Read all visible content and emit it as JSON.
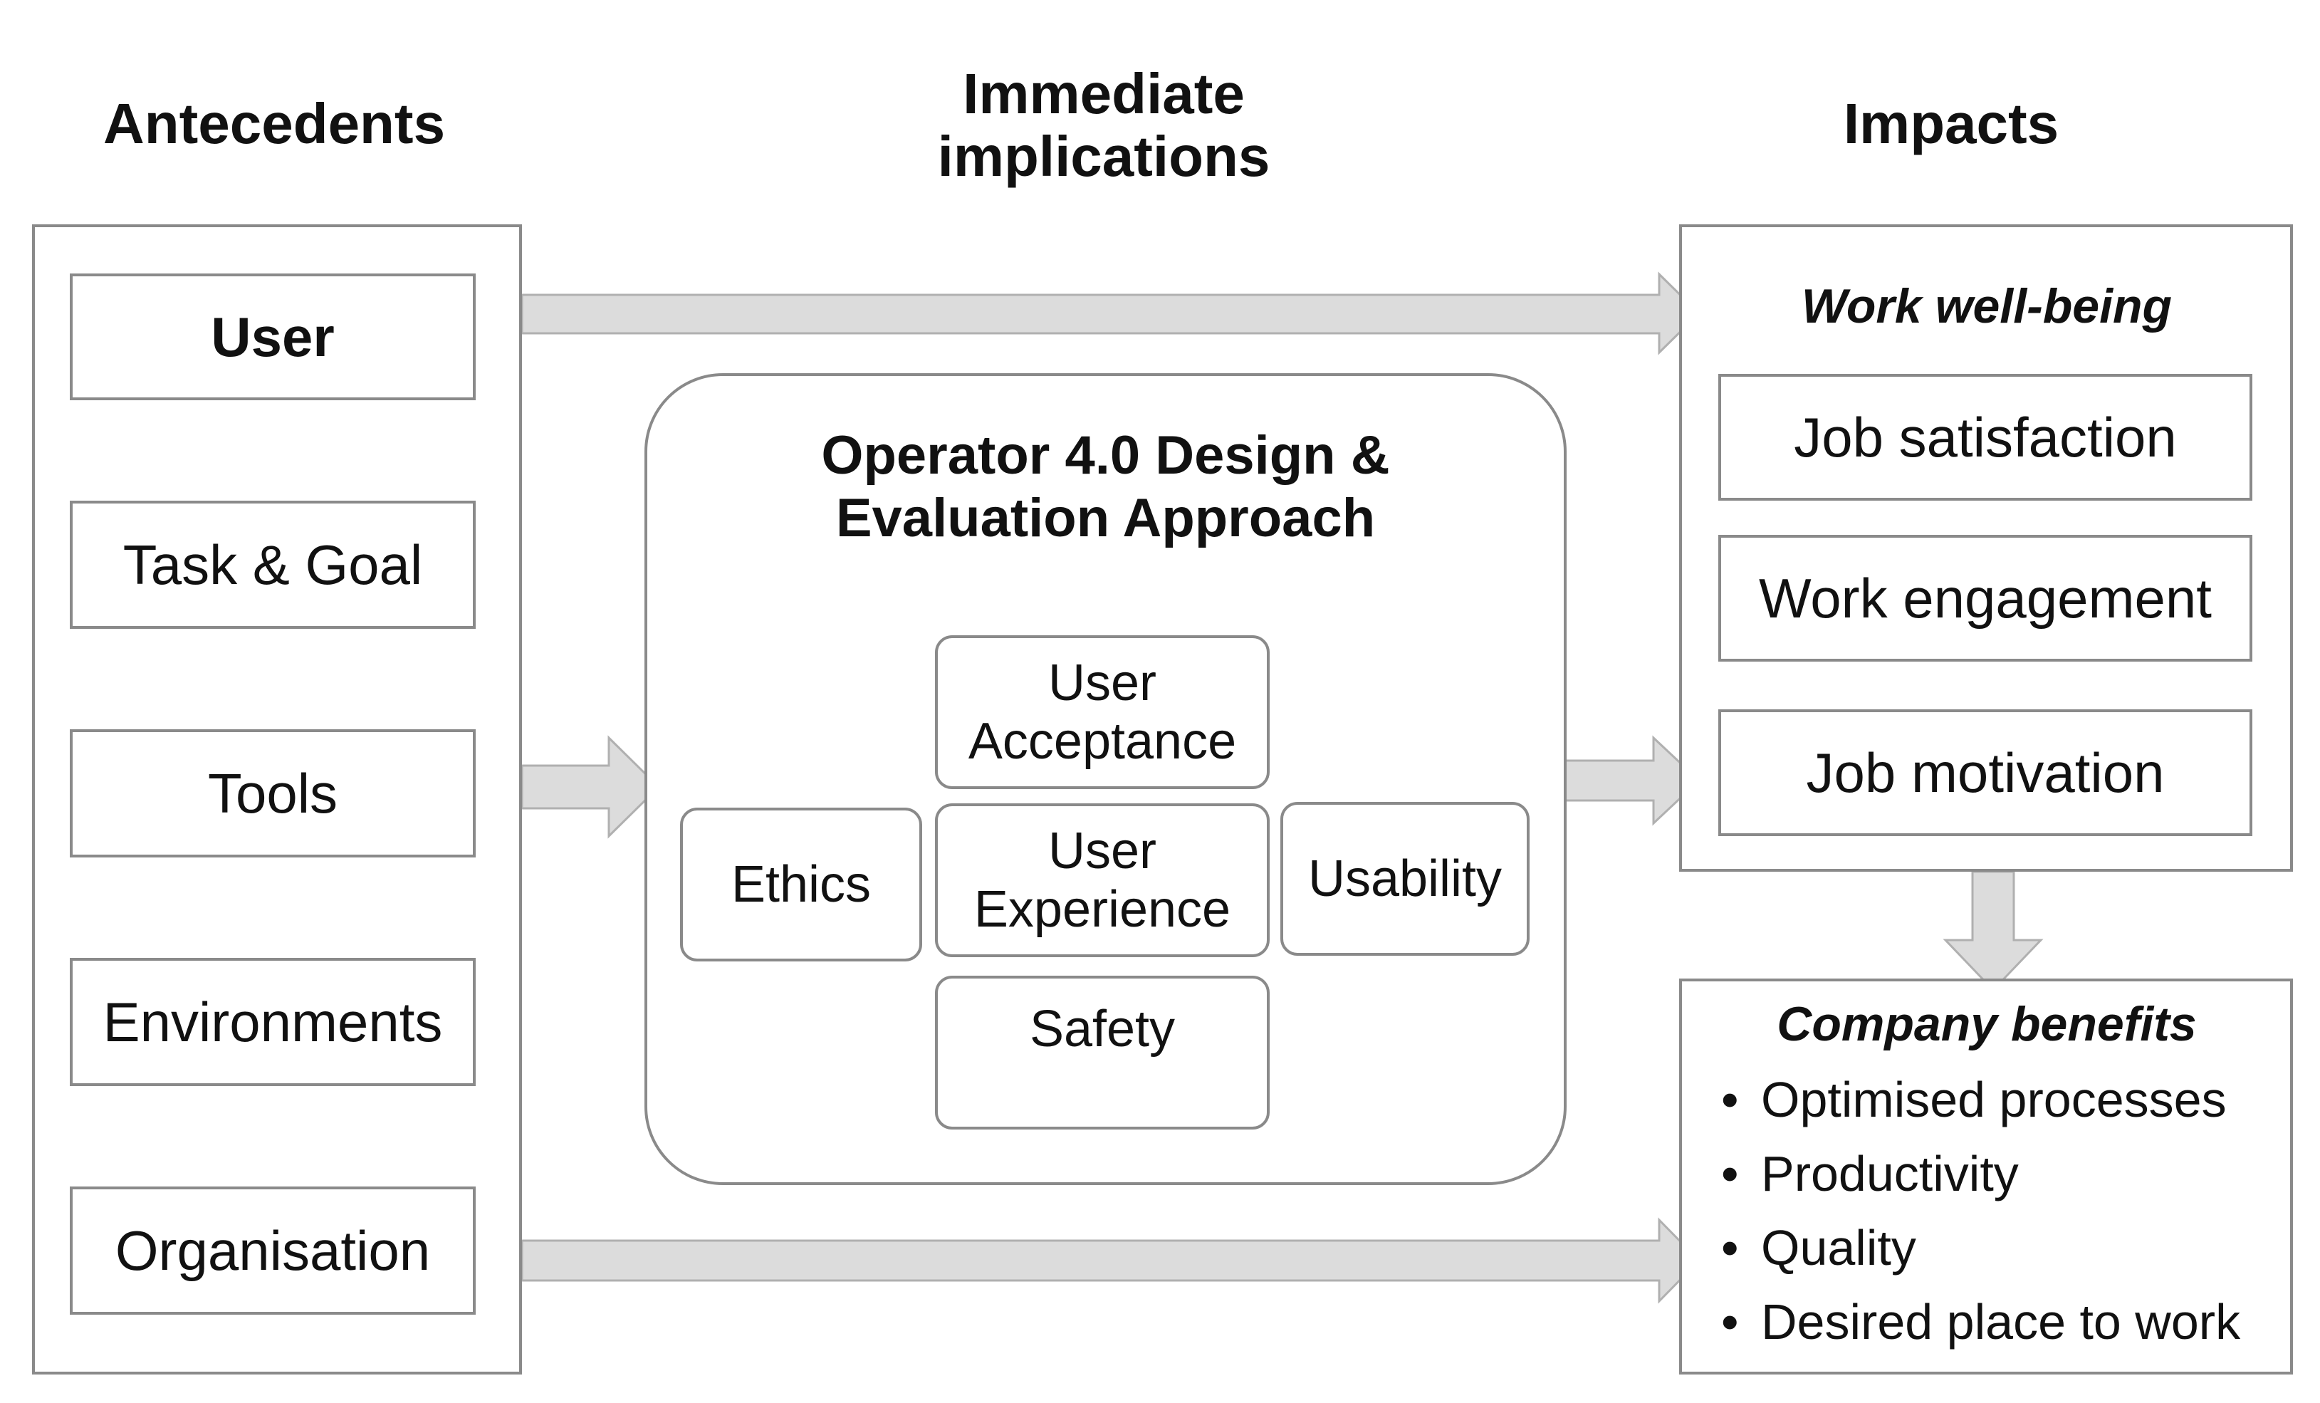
{
  "columns": {
    "antecedents": "Antecedents",
    "implications_line1": "Immediate",
    "implications_line2": "implications",
    "impacts": "Impacts"
  },
  "antecedents": {
    "user": "User",
    "task_goal": "Task & Goal",
    "tools": "Tools",
    "environments": "Environments",
    "organisation": "Organisation"
  },
  "approach": {
    "title_line1": "Operator 4.0 Design &",
    "title_line2": "Evaluation Approach",
    "user_acceptance_line1": "User",
    "user_acceptance_line2": "Acceptance",
    "ethics": "Ethics",
    "user_experience_line1": "User",
    "user_experience_line2": "Experience",
    "usability": "Usability",
    "safety": "Safety"
  },
  "work_wellbeing": {
    "title": "Work well-being",
    "items": [
      "Job satisfaction",
      "Work engagement",
      "Job motivation"
    ]
  },
  "company_benefits": {
    "title": "Company benefits",
    "bullet": "•",
    "items": [
      "Optimised processes",
      "Productivity",
      "Quality",
      "Desired place to work"
    ]
  },
  "colors": {
    "border": "#8a8a8a",
    "arrow_fill": "#dcdcdc",
    "arrow_stroke": "#b0b0b0"
  }
}
